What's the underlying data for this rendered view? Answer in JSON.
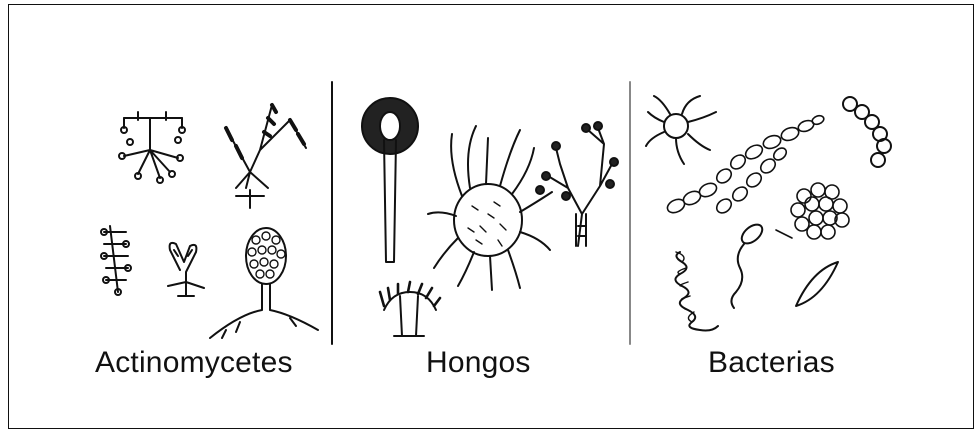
{
  "labels": {
    "actinomycetes": "Actinomycetes",
    "hongos": "Hongos",
    "bacterias": "Bacterias"
  },
  "colors": {
    "ink": "#111111",
    "background": "#ffffff"
  }
}
